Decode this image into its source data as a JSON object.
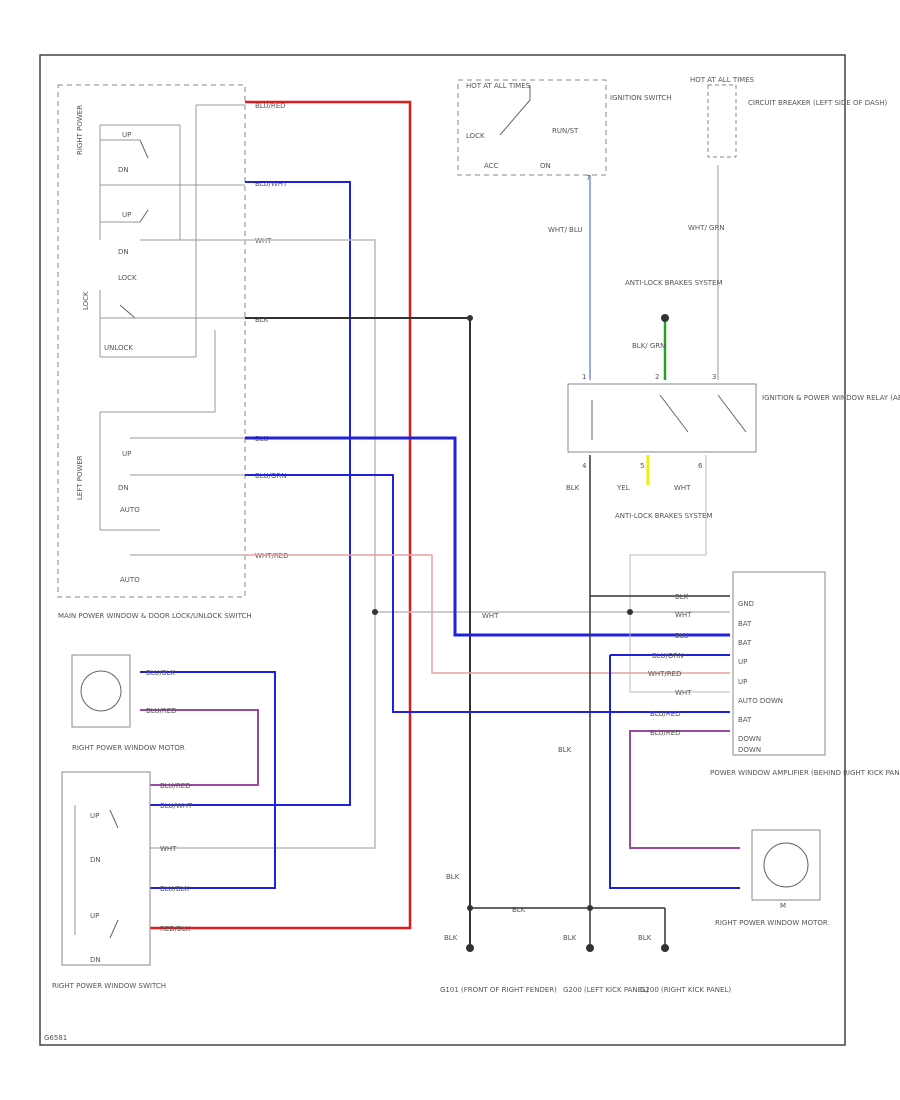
{
  "colors": {
    "red": "#e31a1c",
    "blue": "#2020e0",
    "black": "#333333",
    "gray": "#bbbbbb",
    "pink": "#e8a0a0",
    "purple": "#9a4aa0",
    "lightblue": "#9aaaf0",
    "green": "#2aa02a",
    "yellow": "#f0f000"
  },
  "components": {
    "main_switch": "MAIN POWER WINDOW & DOOR LOCK/UNLOCK SWITCH",
    "ign_switch_header": "HOT AT ALL TIMES",
    "ign_switch": "IGNITION SWITCH",
    "circuit_breaker_header": "HOT AT ALL TIMES",
    "circuit_breaker": "CIRCUIT BREAKER (LEFT SIDE OF DASH)",
    "abs_top": "ANTI-LOCK BRAKES SYSTEM",
    "relay": "IGNITION & POWER WINDOW RELAY (ABOVE FUSE BLOCK)",
    "abs_mid": "ANTI-LOCK BRAKES SYSTEM",
    "rp_motor_left": "RIGHT POWER WINDOW MOTOR",
    "rp_switch": "RIGHT POWER WINDOW SWITCH",
    "amplifier": "POWER WINDOW AMPLIFIER (BEHIND RIGHT KICK PANEL)",
    "rp_motor_right": "RIGHT POWER WINDOW MOTOR",
    "g101": "G101 (FRONT OF RIGHT FENDER)",
    "g200a": "G200 (LEFT KICK PANEL)",
    "g200b": "G200 (RIGHT KICK PANEL)",
    "figure_id": "G6581"
  },
  "switch_labels": {
    "up": "UP",
    "dn": "DN",
    "lock": "LOCK",
    "unlock": "UNLOCK",
    "auto": "AUTO",
    "acc": "ACC",
    "on": "ON",
    "lock_ign": "LOCK",
    "run": "RUN/ST",
    "driver_vert": "RIGHT POWER",
    "lock_vert": "LOCK",
    "left_vert": "LEFT POWER"
  },
  "main_wires": {
    "w1": "BLU/RED",
    "w2": "BLU/WHT",
    "w3": "WHT",
    "w4": "BLK",
    "w5": "BLU",
    "w6": "BLU/ORN",
    "w7": "WHT/RED"
  },
  "top_wires": {
    "ign_out": "WHT/ BLU",
    "cb_out": "WHT/ GRN",
    "abs_wire": "BLK/ GRN",
    "relay_blk": "BLK",
    "relay_yel": "YEL",
    "relay_wht": "WHT"
  },
  "amp_pins": [
    "GND",
    "BAT",
    "BAT",
    "UP",
    "UP",
    "AUTO DOWN",
    "BAT",
    "DOWN",
    "DOWN"
  ],
  "amp_wires": [
    "BLK",
    "WHT",
    "BLU",
    "BLU/ORN",
    "WHT/RED",
    "WHT",
    "BLU/RED",
    "BLU/RED"
  ],
  "mid_wires": {
    "wht": "WHT",
    "blk_vert": "BLK",
    "blk_ground": "BLK",
    "blk_ground2": "BLK",
    "blk_g101": "BLK",
    "blk_g200a": "BLK",
    "blk_g200b": "BLK"
  },
  "rp_motor_wires": {
    "a": "BLU/BLK",
    "b": "BLU/RED"
  },
  "rp_switch_wires": {
    "a": "BLU/RED",
    "b": "BLU/WHT",
    "c": "WHT",
    "d": "BLU/BLK",
    "e": "RED/BLK"
  },
  "rm_label": "M",
  "pin_nums": {
    "p1": "1",
    "p2": "2",
    "p3": "3",
    "p4": "4",
    "p5": "5",
    "p6": "6",
    "p7": "7"
  }
}
